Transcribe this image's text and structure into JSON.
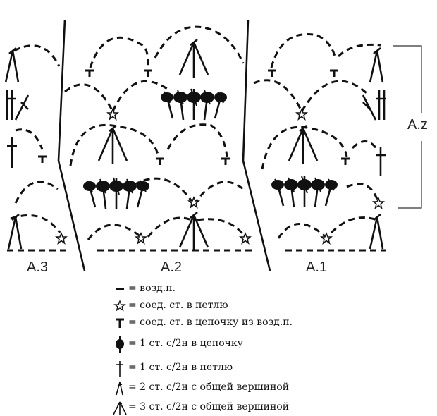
{
  "chart_labels": {
    "a3": "A.3",
    "a2": "A.2",
    "a1": "A.1",
    "az": "A.z"
  },
  "legend": [
    {
      "icon": "chain-stitch-icon",
      "text": "= возд.п."
    },
    {
      "icon": "star-icon",
      "text": "= соед. ст. в петлю"
    },
    {
      "icon": "t-icon",
      "text": "= соед. ст. в цепочку из возд.п."
    },
    {
      "icon": "bobble-stitch-icon",
      "text": "= 1 ст. с/2н в цепочку"
    },
    {
      "icon": "treble-stitch-icon",
      "text": "= 1 ст. с/2н в петлю"
    },
    {
      "icon": "two-treble-cluster-icon",
      "text": "= 2 ст. с/2н с общей вершиной"
    },
    {
      "icon": "three-treble-cluster-icon",
      "text": "= 3 ст. с/2н с общей вершиной"
    }
  ]
}
